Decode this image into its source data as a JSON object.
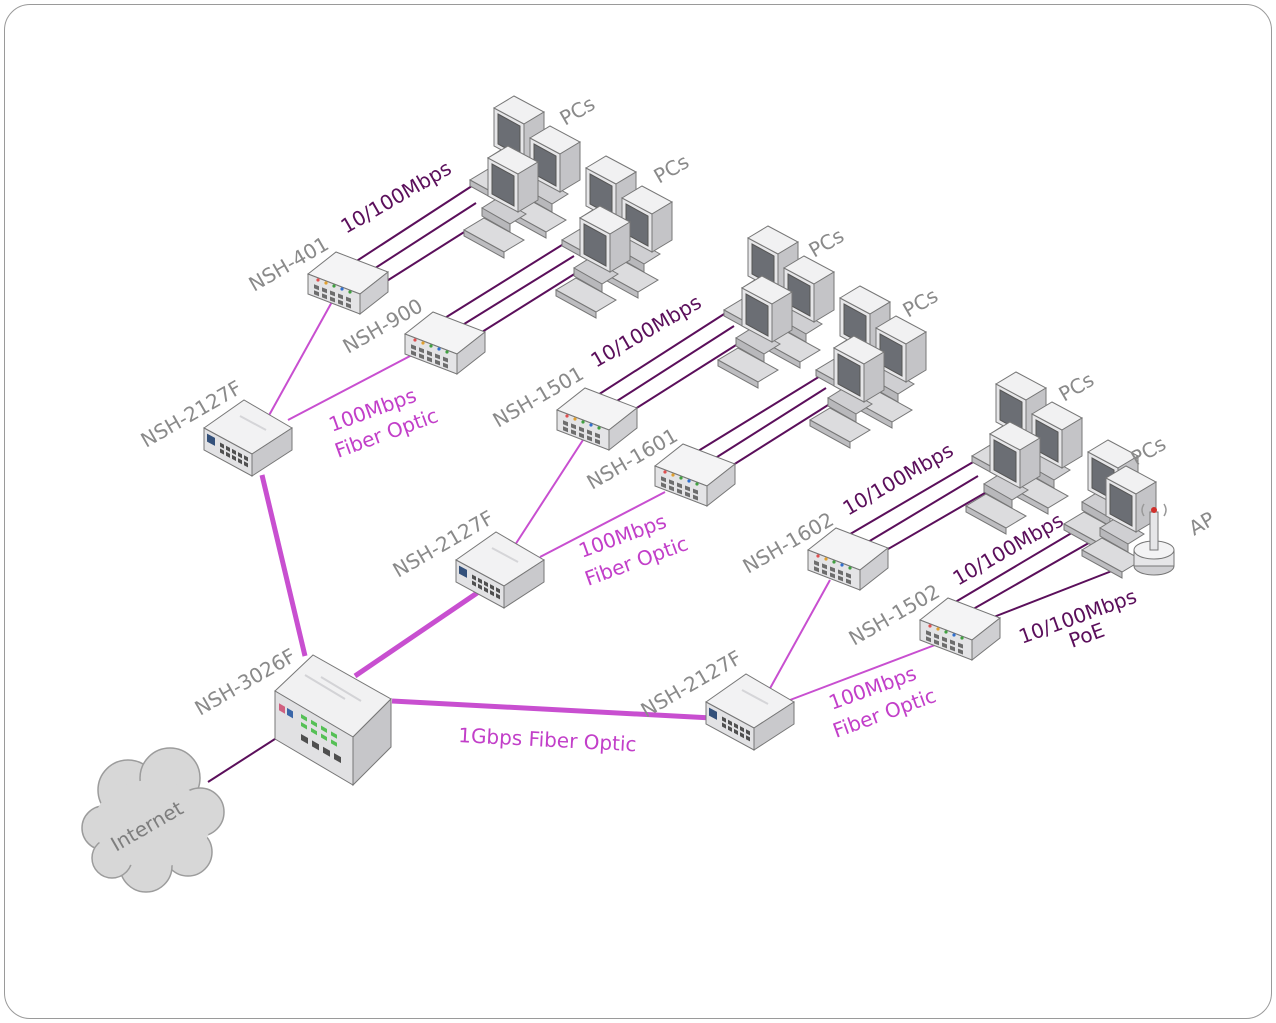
{
  "colors": {
    "fiber": "#c84fd0",
    "copper": "#5b0f5b",
    "label_gray": "#8a8a8a",
    "label_dark": "#5b0f5b",
    "label_fiber": "#c23fc9",
    "device": "#e9e9ea",
    "cloud": "#d7d7d7"
  },
  "labels": {
    "internet": "Internet",
    "core_switch": "NSH-3026F",
    "agg_switch_left": "NSH-2127F",
    "agg_switch_mid": "NSH-2127F",
    "agg_switch_right": "NSH-2127F",
    "backbone": "1Gbps Fiber Optic",
    "sw_401": "NSH-401",
    "sw_900": "NSH-900",
    "sw_1501": "NSH-1501",
    "sw_1601": "NSH-1601",
    "sw_1602": "NSH-1602",
    "sw_1502": "NSH-1502",
    "fiber_100_left_l1": "100Mbps",
    "fiber_100_left_l2": "Fiber Optic",
    "fiber_100_mid_l1": "100Mbps",
    "fiber_100_mid_l2": "Fiber Optic",
    "fiber_100_right_l1": "100Mbps",
    "fiber_100_right_l2": "Fiber Optic",
    "copper_401": "10/100Mbps",
    "copper_1501": "10/100Mbps",
    "copper_1602": "10/100Mbps",
    "copper_1502": "10/100Mbps",
    "poe_l1": "10/100Mbps",
    "poe_l2": "PoE",
    "pcs_1": "PCs",
    "pcs_2": "PCs",
    "pcs_3": "PCs",
    "pcs_4": "PCs",
    "pcs_5": "PCs",
    "pcs_6": "PCs",
    "ap": "AP"
  }
}
